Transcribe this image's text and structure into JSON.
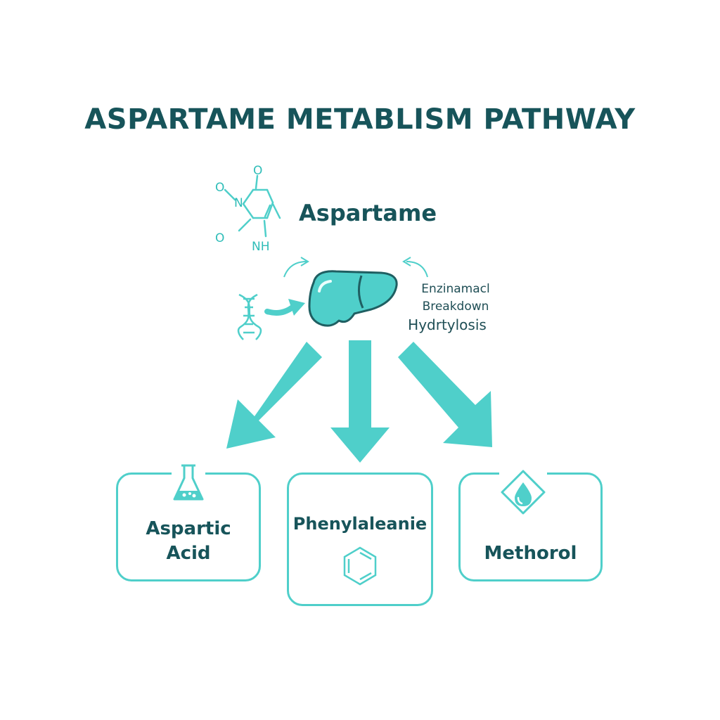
{
  "title": "ASPARTAME METABLISM PATHWAY",
  "source": {
    "label": "Aspartame",
    "molecule_atoms": {
      "o_top": "O",
      "o_left": "O",
      "n": "N",
      "o_bottom": "O",
      "nh": "NH"
    }
  },
  "process": {
    "line1": "Enzinamacl",
    "line2": "Breakdown",
    "line3": "Hydrtylosis"
  },
  "products": [
    {
      "line1": "Aspartic",
      "line2": "Acid",
      "icon": "flask-icon"
    },
    {
      "line1": "Phenylaleanie",
      "icon": "benzene-ring-icon"
    },
    {
      "line1": "Methorol",
      "icon": "droplet-icon"
    }
  ],
  "colors": {
    "teal": "#4fcfca",
    "dark_teal": "#17545a",
    "liver_outline": "#1f5f62"
  }
}
